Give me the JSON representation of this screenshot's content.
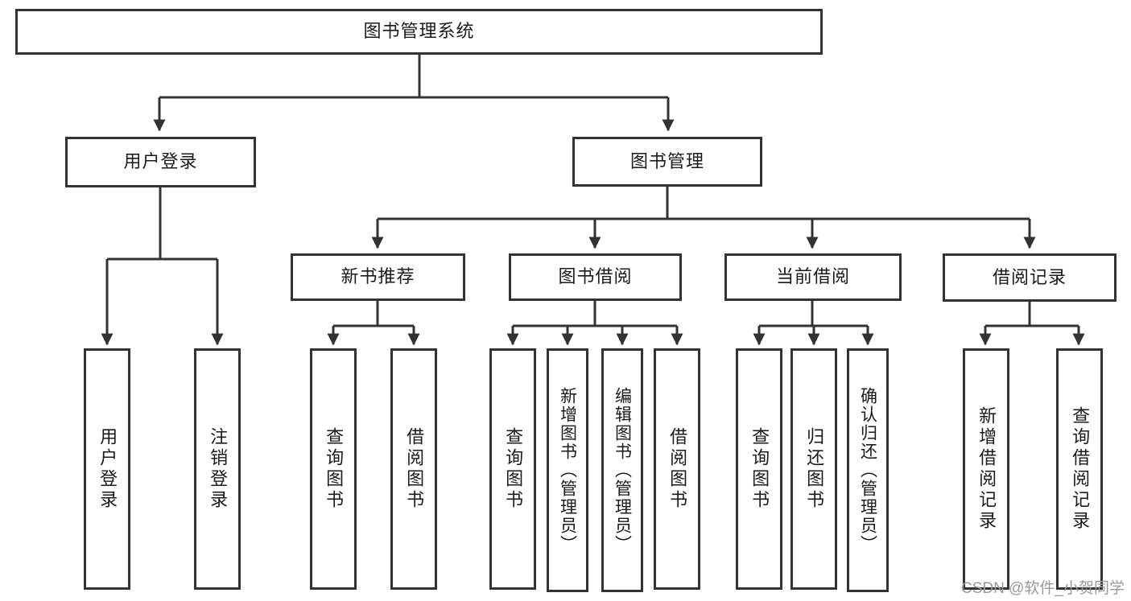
{
  "diagram": {
    "title": "图书管理系统",
    "watermark": "CSDN @软件_小贺同学",
    "style": {
      "border_color": "#333333",
      "fill_color": "#ffffff",
      "text_color": "#1a1a1a",
      "watermark_color": "#9a9a9a"
    },
    "levels": {
      "root": {
        "label": "图书管理系统"
      },
      "level2": [
        {
          "label": "用户登录"
        },
        {
          "label": "图书管理"
        }
      ],
      "level3": [
        {
          "label": "新书推荐"
        },
        {
          "label": "图书借阅"
        },
        {
          "label": "当前借阅"
        },
        {
          "label": "借阅记录"
        }
      ],
      "leaves": [
        {
          "label": "用户登录",
          "parent": "用户登录"
        },
        {
          "label": "注销登录",
          "parent": "用户登录"
        },
        {
          "label": "查询图书",
          "parent": "新书推荐"
        },
        {
          "label": "借阅图书",
          "parent": "新书推荐"
        },
        {
          "label": "查询图书",
          "parent": "图书借阅"
        },
        {
          "label": "新增图书（管理员）",
          "parent": "图书借阅"
        },
        {
          "label": "编辑图书（管理员）",
          "parent": "图书借阅"
        },
        {
          "label": "借阅图书",
          "parent": "图书借阅"
        },
        {
          "label": "查询图书",
          "parent": "当前借阅"
        },
        {
          "label": "归还图书",
          "parent": "当前借阅"
        },
        {
          "label": "确认归还（管理员）",
          "parent": "当前借阅"
        },
        {
          "label": "新增借阅记录",
          "parent": "借阅记录"
        },
        {
          "label": "查询借阅记录",
          "parent": "借阅记录"
        }
      ]
    }
  }
}
